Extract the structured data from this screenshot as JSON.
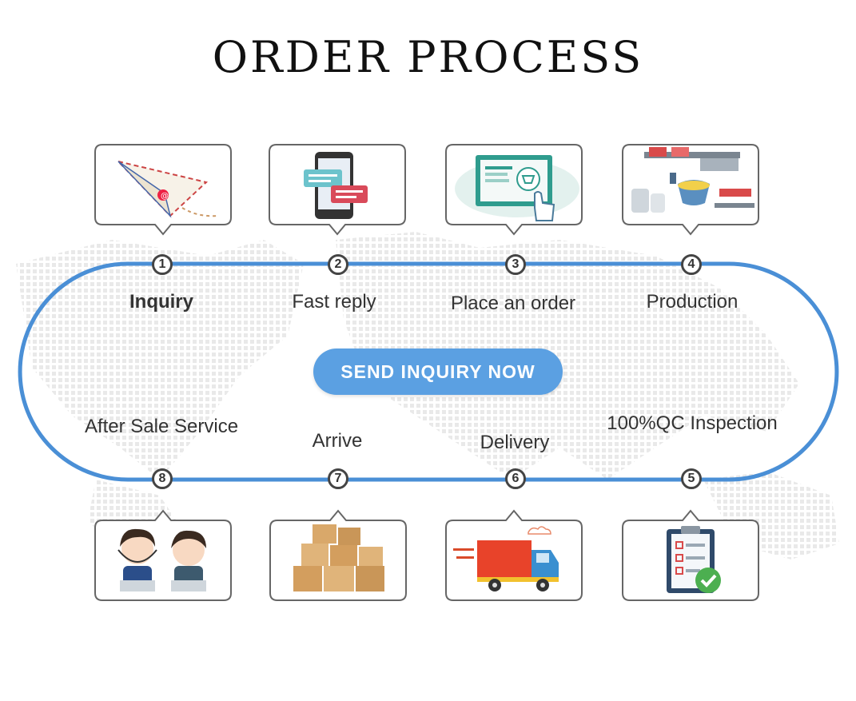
{
  "title": "ORDER PROCESS",
  "cta_label": "SEND INQUIRY NOW",
  "colors": {
    "track": "#4a8fd6",
    "cta": "#5ba0e2",
    "card_border": "#666666"
  },
  "steps": [
    {
      "num": "1",
      "label": "Inquiry",
      "icon": "paper-plane-icon"
    },
    {
      "num": "2",
      "label": "Fast reply",
      "icon": "phone-chat-icon"
    },
    {
      "num": "3",
      "label": "Place an order",
      "icon": "online-order-icon"
    },
    {
      "num": "4",
      "label": "Production",
      "icon": "factory-icon"
    },
    {
      "num": "5",
      "label": "100%QC Inspection",
      "icon": "checklist-icon"
    },
    {
      "num": "6",
      "label": "Delivery",
      "icon": "delivery-truck-icon"
    },
    {
      "num": "7",
      "label": "Arrive",
      "icon": "boxes-icon"
    },
    {
      "num": "8",
      "label": "After Sale Service",
      "icon": "support-staff-icon"
    }
  ]
}
